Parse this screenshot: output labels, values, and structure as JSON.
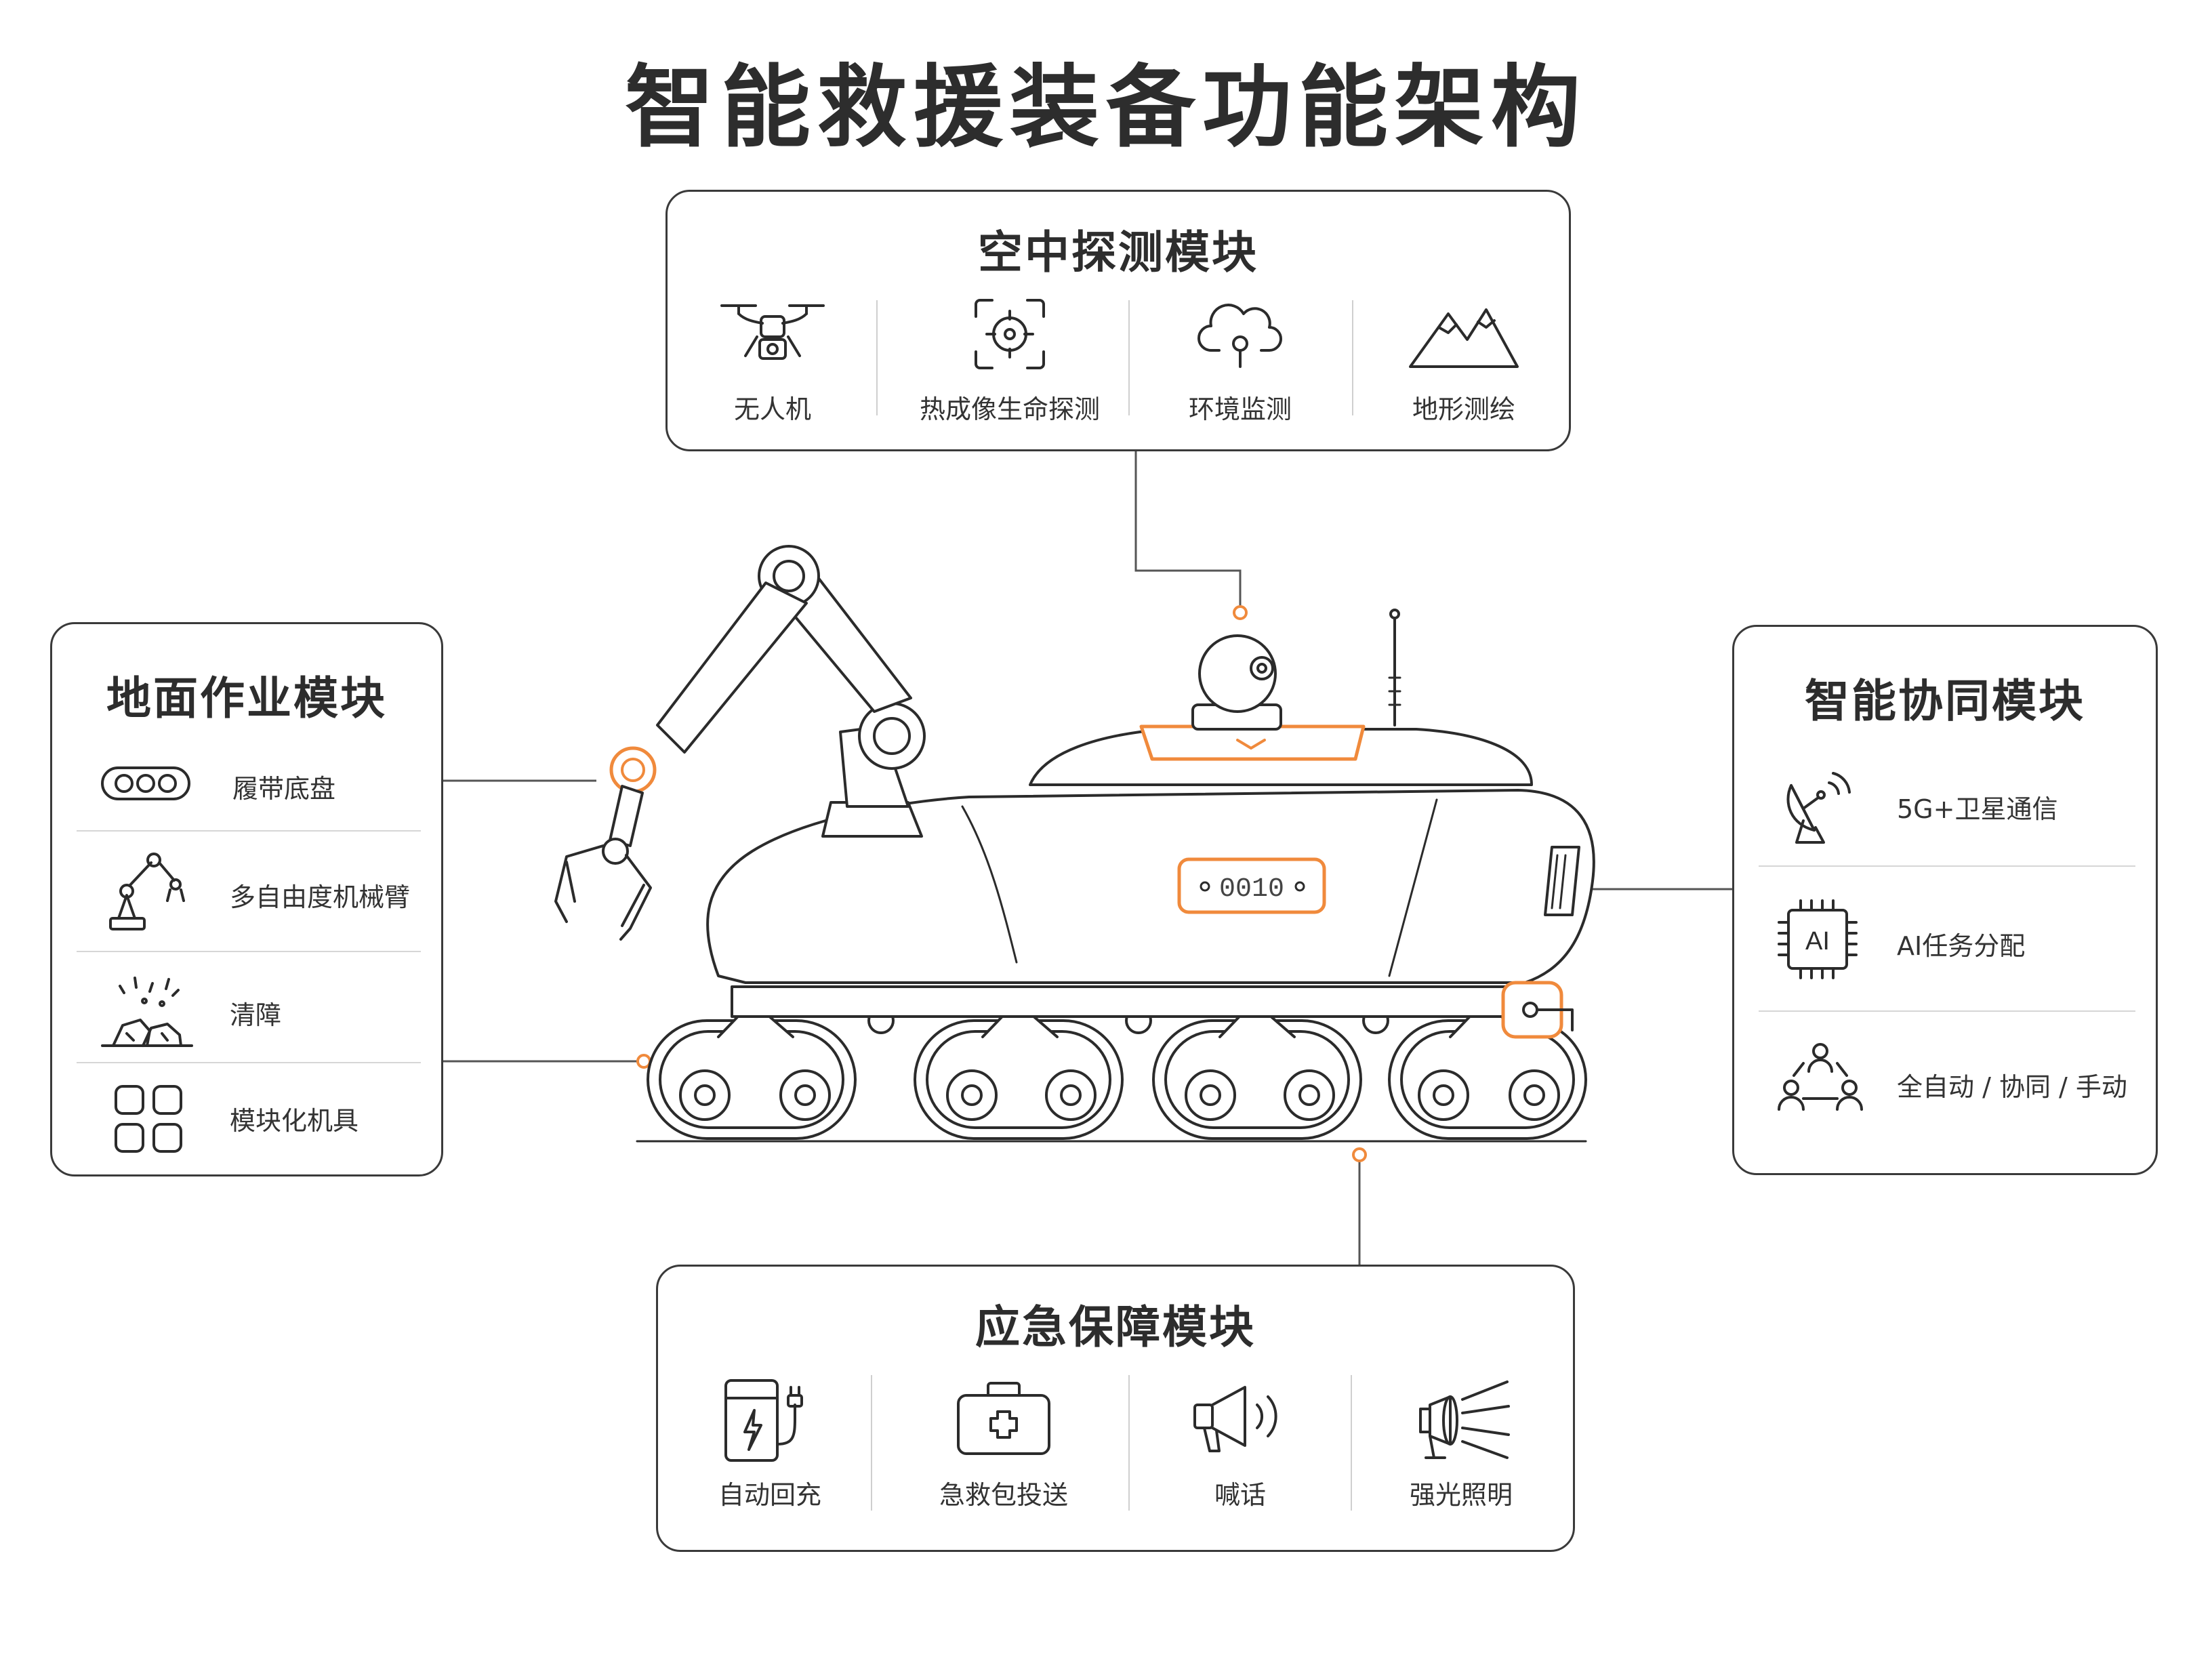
{
  "title": "智能救援装备功能架构",
  "colors": {
    "accent": "#f08a3c",
    "stroke": "#2b2b2b",
    "border": "#3a3a3a"
  },
  "air_module": {
    "title": "空中探测模块",
    "items": [
      {
        "label": "无人机",
        "icon": "drone-icon"
      },
      {
        "label": "热成像生命探测",
        "icon": "thermal-target-icon"
      },
      {
        "label": "环境监测",
        "icon": "cloud-sensor-icon"
      },
      {
        "label": "地形测绘",
        "icon": "mountain-icon"
      }
    ]
  },
  "ground_module": {
    "title": "地面作业模块",
    "items": [
      {
        "label": "履带底盘",
        "icon": "track-chassis-icon"
      },
      {
        "label": "多自由度机械臂",
        "icon": "robot-arm-icon"
      },
      {
        "label": "清障",
        "icon": "debris-icon"
      },
      {
        "label": "模块化机具",
        "icon": "modules-grid-icon"
      }
    ]
  },
  "coop_module": {
    "title": "智能协同模块",
    "items": [
      {
        "label": "5G+卫星通信",
        "icon": "satellite-dish-icon"
      },
      {
        "label": "AI任务分配",
        "icon": "ai-chip-icon",
        "chip_text": "AI"
      },
      {
        "label": "全自动 / 协同 / 手动",
        "icon": "team-network-icon"
      }
    ]
  },
  "emergency_module": {
    "title": "应急保障模块",
    "items": [
      {
        "label": "自动回充",
        "icon": "battery-charge-icon"
      },
      {
        "label": "急救包投送",
        "icon": "first-aid-kit-icon"
      },
      {
        "label": "喊话",
        "icon": "megaphone-icon"
      },
      {
        "label": "强光照明",
        "icon": "spotlight-icon"
      }
    ]
  },
  "robot": {
    "display_text": "0010"
  }
}
